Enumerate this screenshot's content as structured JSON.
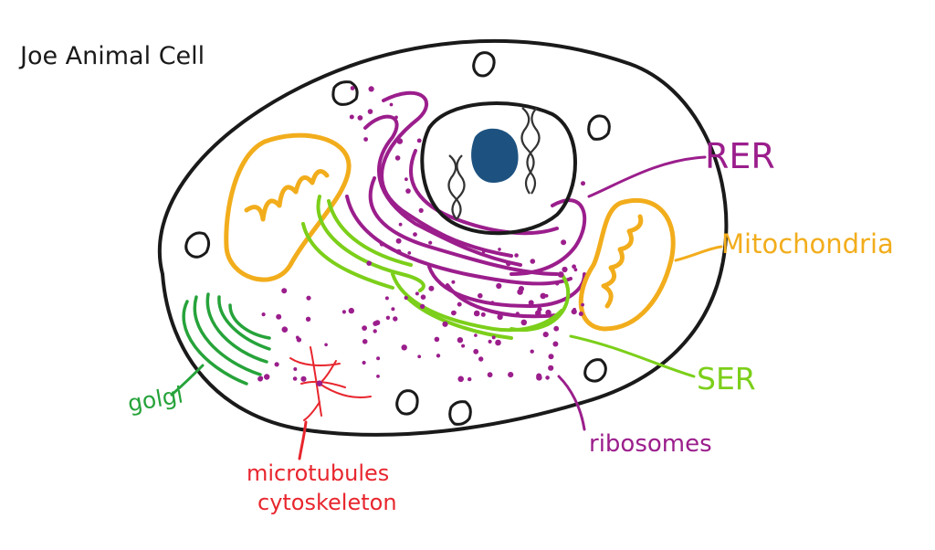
{
  "title": "Joe Animal Cell",
  "labels": {
    "rer": "RER",
    "mitochondria": "Mitochondria",
    "ser": "SER",
    "ribosomes": "ribosomes",
    "golgi": "golgi",
    "microtubules": "microtubules",
    "cytoskeleton": "cytoskeleton"
  },
  "colors": {
    "outline": "#1a1a1a",
    "nucleolus": "#1d5280",
    "rer": "#9b1e8c",
    "mitochondria": "#f2ad1c",
    "ser": "#7ccf1a",
    "golgi": "#26a33a",
    "microtubules": "#e8262e"
  }
}
